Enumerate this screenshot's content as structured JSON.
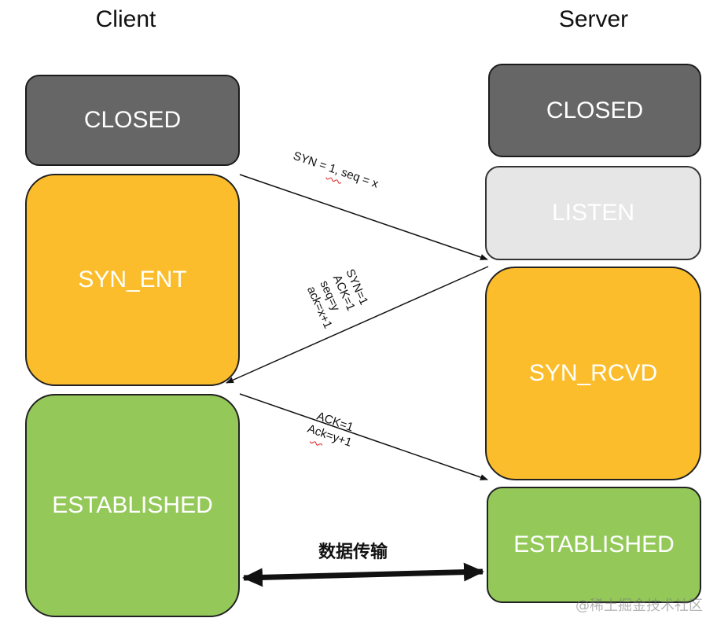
{
  "headers": {
    "client": "Client",
    "server": "Server"
  },
  "client_states": {
    "closed": "CLOSED",
    "syn_sent": "SYN_ENT",
    "established": "ESTABLISHED"
  },
  "server_states": {
    "closed": "CLOSED",
    "listen": "LISTEN",
    "syn_rcvd": "SYN_RCVD",
    "established": "ESTABLISHED"
  },
  "messages": {
    "syn": "SYN = 1, seq = x",
    "synack": [
      "SYN=1",
      "ACK=1",
      "seq=y",
      "ack=x+1"
    ],
    "ack": [
      "ACK=1",
      "Ack=y+1"
    ]
  },
  "transfer_label": "数据传输",
  "watermark": "@稀土掘金技术社区",
  "colors": {
    "closed": "#666666",
    "listen": "#e6e6e6",
    "syn": "#fbbd2c",
    "established": "#94c95a"
  }
}
